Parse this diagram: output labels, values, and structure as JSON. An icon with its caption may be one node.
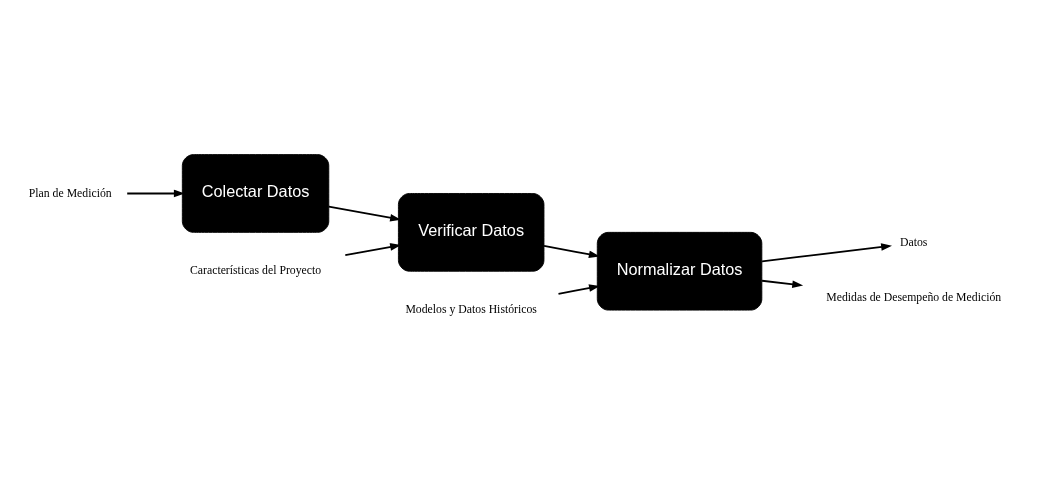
{
  "diagram": {
    "nodes": [
      {
        "text": [
          "Plan de Medición"
        ]
      },
      {
        "text": [
          "Colectar Datos"
        ]
      },
      {
        "text": [
          "Características del Proyecto"
        ]
      },
      {
        "text": [
          "Verificar Datos"
        ]
      },
      {
        "text": [
          "Modelos y Datos Históricos"
        ]
      },
      {
        "text": [
          "Normalizar Datos"
        ]
      },
      {
        "text": [
          "Datos"
        ]
      },
      {
        "text": [
          "Medidas de Desempeño de Medición"
        ]
      }
    ],
    "edges": [
      {
        "from": 0,
        "to": 1,
        "arrow": "to"
      },
      {
        "from": 1,
        "to": 3,
        "arrow": "to"
      },
      {
        "from": 2,
        "to": 3,
        "arrow": "to"
      },
      {
        "from": 3,
        "to": 5,
        "arrow": "to"
      },
      {
        "from": 4,
        "to": 5,
        "arrow": "to"
      },
      {
        "from": 5,
        "to": 6,
        "arrow": "to"
      },
      {
        "from": 5,
        "to": 7,
        "arrow": "to"
      }
    ]
  }
}
